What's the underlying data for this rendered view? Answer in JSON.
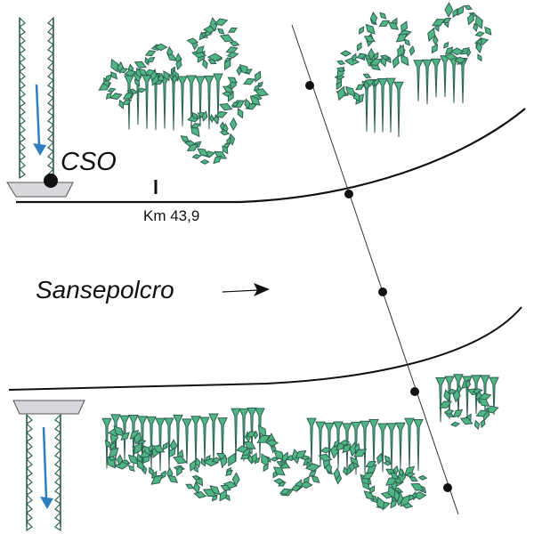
{
  "labels": {
    "cso": "CSO",
    "km_marker": "Km 43,9",
    "town": "Sansepolcro"
  },
  "colors": {
    "vegetation_fill": "#4fb584",
    "vegetation_stroke": "#2f5f52",
    "flow_arrow": "#2f7fc0",
    "structure_fill": "#d8d8dc",
    "line": "#111111"
  }
}
